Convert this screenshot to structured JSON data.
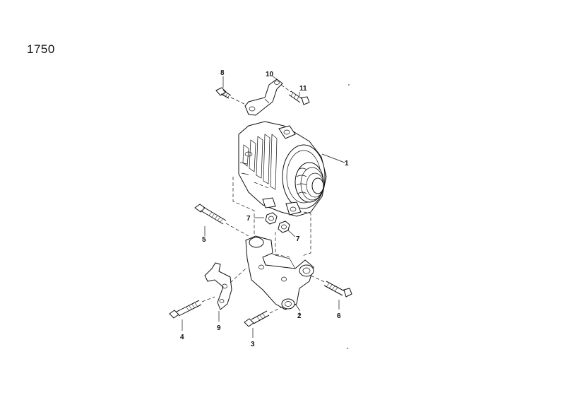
{
  "page_number": "1750",
  "parts": [
    {
      "id": "part-1",
      "label": "1"
    },
    {
      "id": "part-2",
      "label": "2"
    },
    {
      "id": "part-3",
      "label": "3"
    },
    {
      "id": "part-4",
      "label": "4"
    },
    {
      "id": "part-5",
      "label": "5"
    },
    {
      "id": "part-6",
      "label": "6"
    },
    {
      "id": "part-7a",
      "label": "7"
    },
    {
      "id": "part-7b",
      "label": "7"
    },
    {
      "id": "part-8",
      "label": "8"
    },
    {
      "id": "part-9",
      "label": "9"
    },
    {
      "id": "part-10",
      "label": "10"
    },
    {
      "id": "part-11",
      "label": "11"
    }
  ]
}
